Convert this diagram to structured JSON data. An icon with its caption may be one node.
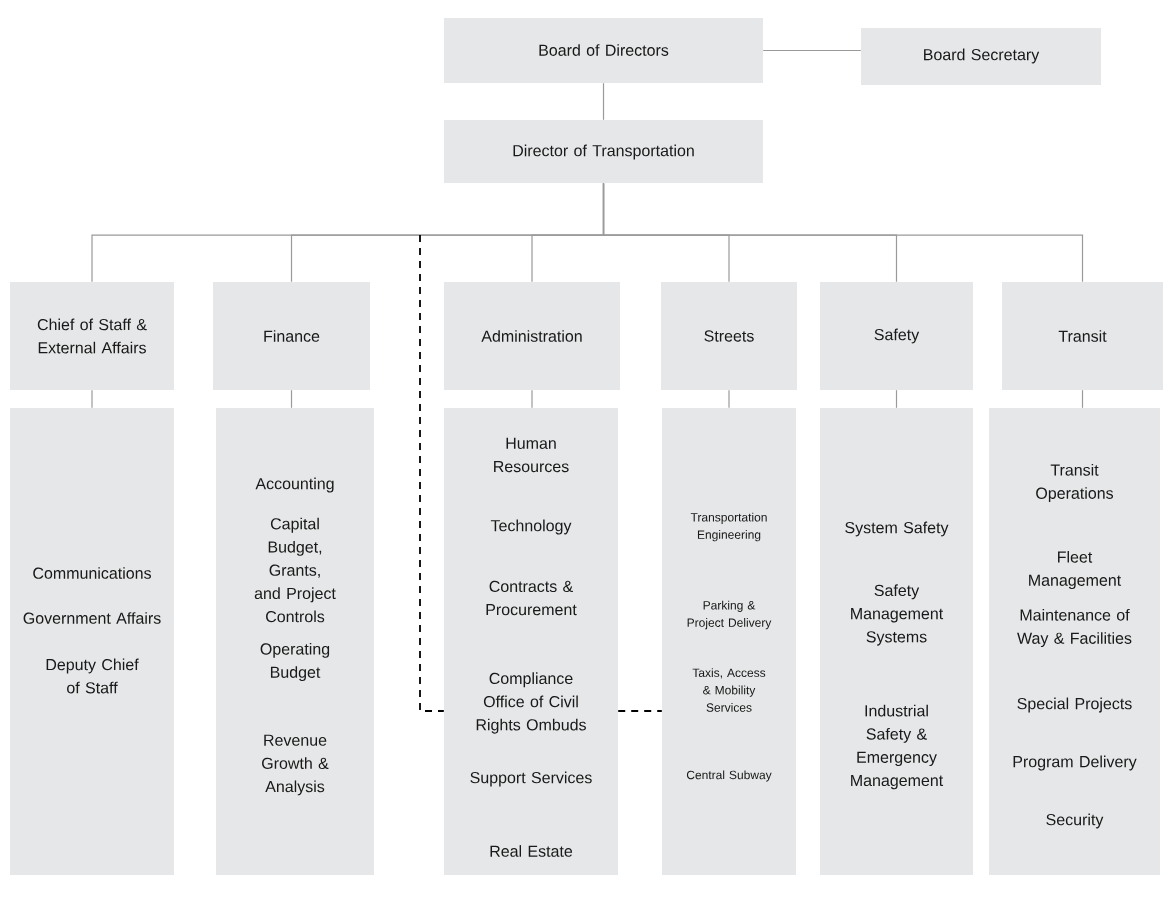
{
  "diagram": {
    "nodes": [
      {
        "text": [
          "Board of Directors"
        ]
      },
      {
        "text": [
          "Board Secretary"
        ]
      },
      {
        "text": [
          "Director of Transportation"
        ]
      },
      {
        "text": [
          "Chief of Staff & External Affairs"
        ]
      },
      {
        "text": [
          "Finance"
        ]
      },
      {
        "text": [
          "Administration"
        ]
      },
      {
        "text": [
          "Streets"
        ]
      },
      {
        "text": [
          "Safety"
        ]
      },
      {
        "text": [
          "Transit"
        ]
      },
      {
        "text": [
          "Communications",
          "Government Affairs",
          "Deputy Chief of Staff"
        ]
      },
      {
        "text": [
          "Accounting",
          "Capital Budget, Grants, and Project Controls",
          "Operating Budget",
          "Revenue Growth & Analysis"
        ]
      },
      {
        "text": [
          "Human Resources",
          "Technology",
          "Contracts & Procurement",
          "Compliance Office of Civil Rights Ombuds",
          "Support Services",
          "Real Estate"
        ]
      },
      {
        "text": [
          "Transportation Engineering",
          "Parking & Project Delivery",
          "Taxis, Access & Mobility Services",
          "Central Subway"
        ]
      },
      {
        "text": [
          "System Safety",
          "Safety Management Systems",
          "Industrial Safety & Emergency Management"
        ]
      },
      {
        "text": [
          "Transit Operations",
          "Fleet Management",
          "Maintenance of Way & Facilities",
          "Special Projects",
          "Program Delivery",
          "Security"
        ]
      }
    ],
    "edges": [
      {
        "from": 0,
        "to": 1,
        "arrow": "none"
      },
      {
        "from": 0,
        "to": 2,
        "arrow": "none"
      },
      {
        "from": 2,
        "to": 3,
        "arrow": "none"
      },
      {
        "from": 2,
        "to": 4,
        "arrow": "none"
      },
      {
        "from": 2,
        "to": 5,
        "arrow": "none"
      },
      {
        "from": 2,
        "to": 6,
        "arrow": "none"
      },
      {
        "from": 2,
        "to": 7,
        "arrow": "none"
      },
      {
        "from": 2,
        "to": 8,
        "arrow": "none"
      },
      {
        "from": 3,
        "to": 9,
        "arrow": "none"
      },
      {
        "from": 4,
        "to": 10,
        "arrow": "none"
      },
      {
        "from": 5,
        "to": 11,
        "arrow": "none"
      },
      {
        "from": 6,
        "to": 12,
        "arrow": "none"
      },
      {
        "from": 7,
        "to": 13,
        "arrow": "none"
      },
      {
        "from": 8,
        "to": 14,
        "arrow": "none"
      },
      {
        "from": null,
        "to": 11,
        "arrow": "none",
        "style": "dashed",
        "color": "#000000"
      },
      {
        "from": 11,
        "to": 12,
        "arrow": "none",
        "style": "dashed",
        "color": "#000000"
      }
    ]
  }
}
